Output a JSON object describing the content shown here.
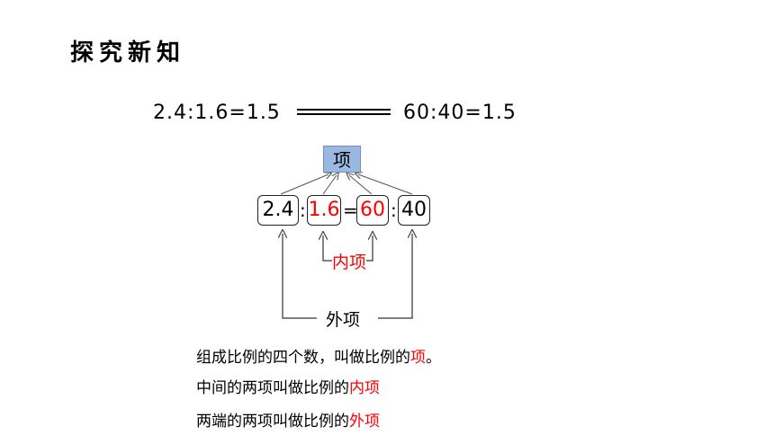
{
  "heading": "探究新知",
  "equation_left": "2.4:1.6=1.5",
  "equation_right": "60:40=1.5",
  "term_box": "项",
  "ratio": {
    "a": "2.4",
    "colon1": ":",
    "b": "1.6",
    "equals": "=",
    "c": "60",
    "colon2": ":",
    "d": "40"
  },
  "inner_label": "内项",
  "outer_label": "外项",
  "definitions": {
    "line1_prefix": "组成比例的四个数，叫做比例的",
    "line1_key": "项",
    "line1_suffix": "。",
    "line2_prefix": "中间的两项叫做比例的",
    "line2_key": "内项",
    "line3_prefix": "两端的两项叫做比例的",
    "line3_key": "外项"
  },
  "colors": {
    "highlight": "#ff0000",
    "term_box_fill": "#9ab8e0"
  }
}
